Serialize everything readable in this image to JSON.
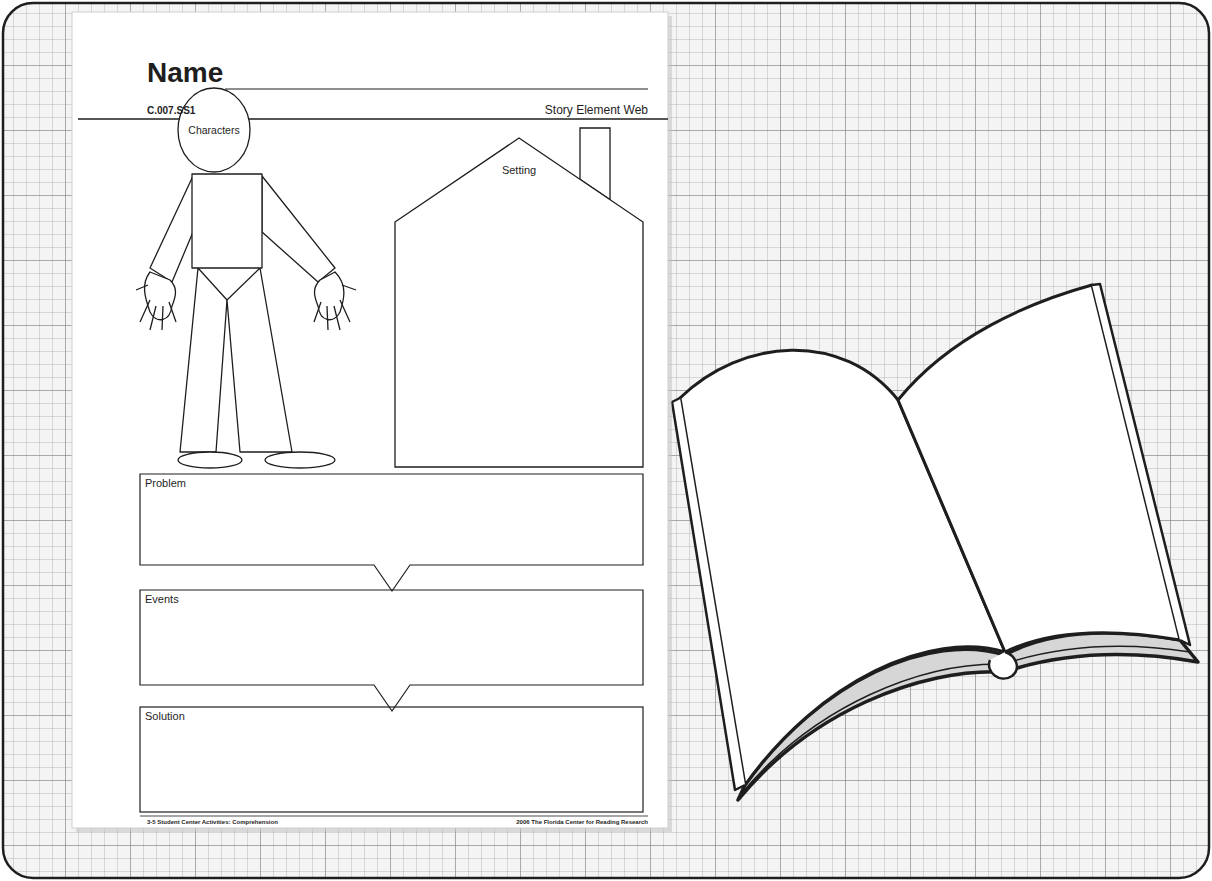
{
  "diagram": {
    "nodes": [
      {
        "text": [
          "Characters"
        ]
      },
      {
        "text": [
          "Setting"
        ]
      },
      {
        "text": [
          "Problem"
        ]
      },
      {
        "text": [
          "Events"
        ]
      },
      {
        "text": [
          "Solution"
        ]
      }
    ],
    "labels": [
      "Name",
      "C.007.SS1",
      "Story Element Web",
      "3-5 Student Center Activities: Comprehension",
      "2006 The Florida Center for Reading Research"
    ]
  }
}
